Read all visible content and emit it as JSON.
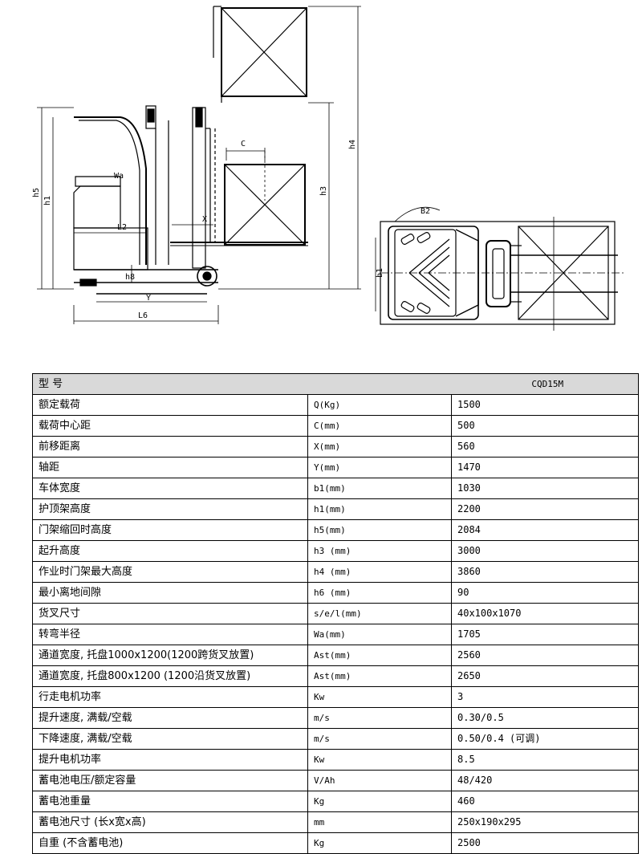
{
  "drawing": {
    "dimension_labels": {
      "C": "C",
      "Wa": "Wa",
      "L2": "L2",
      "X": "X",
      "h8": "h8",
      "Y": "Y",
      "L6": "L6",
      "h5": "h5",
      "h1": "h1",
      "h3": "h3",
      "h4": "h4",
      "B2": "B2",
      "b1": "b1"
    }
  },
  "spec_table": {
    "header": {
      "label": "型 号",
      "model": "CQD15M"
    },
    "rows": [
      {
        "name": "额定载荷",
        "unit": "Q(Kg)",
        "value": "1500"
      },
      {
        "name": "载荷中心距",
        "unit": "C(mm)",
        "value": "500"
      },
      {
        "name": "前移距离",
        "unit": "X(mm)",
        "value": "560"
      },
      {
        "name": "轴距",
        "unit": "Y(mm)",
        "value": "1470"
      },
      {
        "name": "车体宽度",
        "unit": "b1(mm)",
        "value": "1030"
      },
      {
        "name": "护顶架高度",
        "unit": "h1(mm)",
        "value": "2200"
      },
      {
        "name": "门架缩回时高度",
        "unit": "h5(mm)",
        "value": "2084"
      },
      {
        "name": "起升高度",
        "unit": "h3 (mm)",
        "value": "3000"
      },
      {
        "name": "作业时门架最大高度",
        "unit": "h4 (mm)",
        "value": "3860"
      },
      {
        "name": "最小离地间隙",
        "unit": "h6 (mm)",
        "value": "90"
      },
      {
        "name": "货叉尺寸",
        "unit": "s/e/l(mm)",
        "value": "40x100x1070"
      },
      {
        "name": "转弯半径",
        "unit": "Wa(mm)",
        "value": "1705"
      },
      {
        "name": "通道宽度, 托盘1000x1200(1200跨货叉放置)",
        "unit": "Ast(mm)",
        "value": "2560"
      },
      {
        "name": "通道宽度, 托盘800x1200 (1200沿货叉放置)",
        "unit": "Ast(mm)",
        "value": "2650"
      },
      {
        "name": "行走电机功率",
        "unit": "Kw",
        "value": "3"
      },
      {
        "name": "提升速度, 满载/空载",
        "unit": "m/s",
        "value": "0.30/0.5"
      },
      {
        "name": "下降速度, 满载/空载",
        "unit": "m/s",
        "value": "0.50/0.4 (可调)"
      },
      {
        "name": "提升电机功率",
        "unit": "Kw",
        "value": "8.5"
      },
      {
        "name": "蓄电池电压/额定容量",
        "unit": "V/Ah",
        "value": "48/420"
      },
      {
        "name": "蓄电池重量",
        "unit": "Kg",
        "value": "460"
      },
      {
        "name": "蓄电池尺寸 (长x宽x高)",
        "unit": "mm",
        "value": "250x190x295"
      },
      {
        "name": "自重 (不含蓄电池)",
        "unit": "Kg",
        "value": "2500"
      }
    ]
  }
}
